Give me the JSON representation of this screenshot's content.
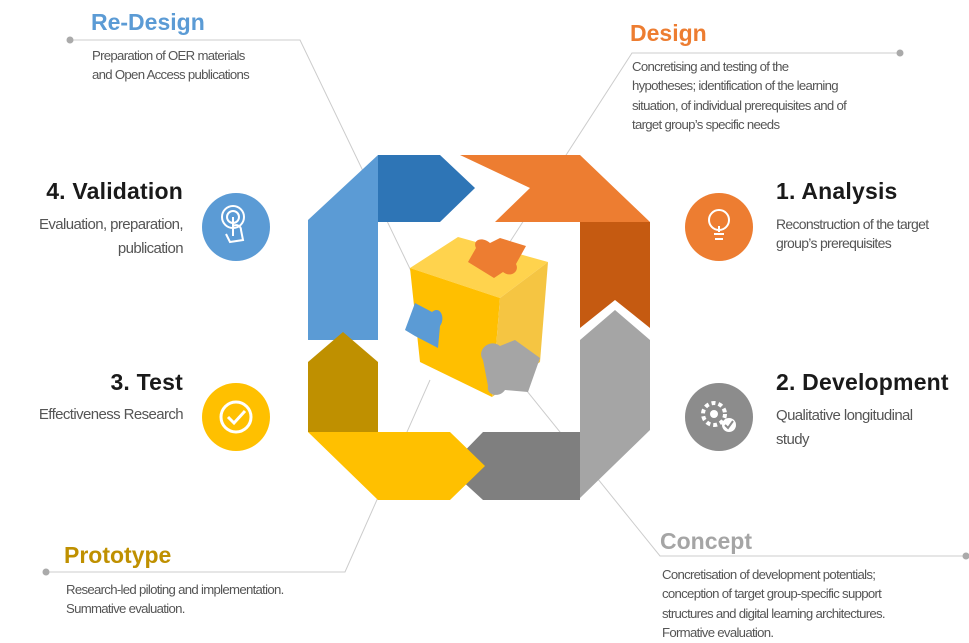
{
  "colors": {
    "redesign": "#5b9bd5",
    "design": "#ed7d31",
    "prototype": "#bf9000",
    "concept": "#a5a5a5",
    "analysis_icon": "#ed7d31",
    "development_icon": "#8c8c8c",
    "test_icon": "#ffc000",
    "validation_icon": "#5b9bd5"
  },
  "redesign": {
    "title": "Re-Design",
    "desc": [
      "Preparation of OER materials",
      "and Open Access publications"
    ]
  },
  "design": {
    "title": "Design",
    "desc": [
      "Concretising and testing of the",
      "hypotheses; identification of the learning",
      "situation, of individual prerequisites and of",
      "target group’s specific needs"
    ]
  },
  "prototype": {
    "title": "Prototype",
    "desc": [
      "Research-led piloting and implementation.",
      "Summative evaluation."
    ]
  },
  "concept": {
    "title": "Concept",
    "desc": [
      "Concretisation of development potentials;",
      "conception of target group-specific support",
      "structures and digital learning architectures.",
      "Formative evaluation."
    ]
  },
  "phases": {
    "analysis": {
      "title": "1. Analysis",
      "desc": [
        "Reconstruction of the target",
        "group’s prerequisites"
      ],
      "icon": "lightbulb-icon"
    },
    "development": {
      "title": "2. Development",
      "desc": [
        "Qualitative longitudinal",
        "study"
      ],
      "icon": "gear-check-icon"
    },
    "test": {
      "title": "3. Test",
      "desc": [
        "Effectiveness Research"
      ],
      "icon": "checkmark-icon"
    },
    "validation": {
      "title": "4. Validation",
      "desc": [
        "Evaluation, preparation,",
        "publication"
      ],
      "icon": "touch-hand-icon"
    }
  }
}
